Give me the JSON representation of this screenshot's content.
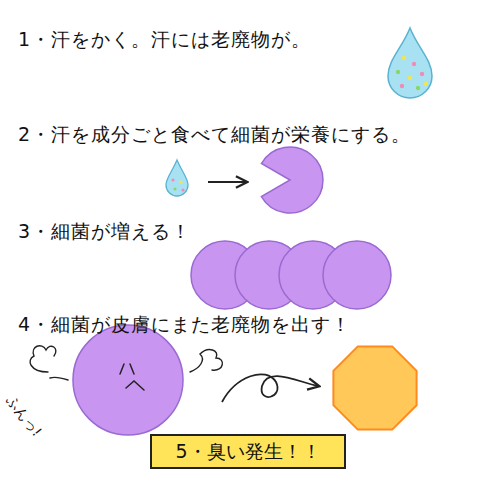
{
  "diagram": {
    "nodes": [
      {
        "text": [
          "5・臭い発生！！"
        ]
      }
    ],
    "edges": [],
    "labels": [
      "1・汗をかく。汗には老廃物が。",
      "2・汗を成分ごと食べて細菌が栄養にする。",
      "3・細菌が増える！",
      "4・細菌が皮膚にまた老廃物を出す！",
      "ふんっ!"
    ]
  }
}
